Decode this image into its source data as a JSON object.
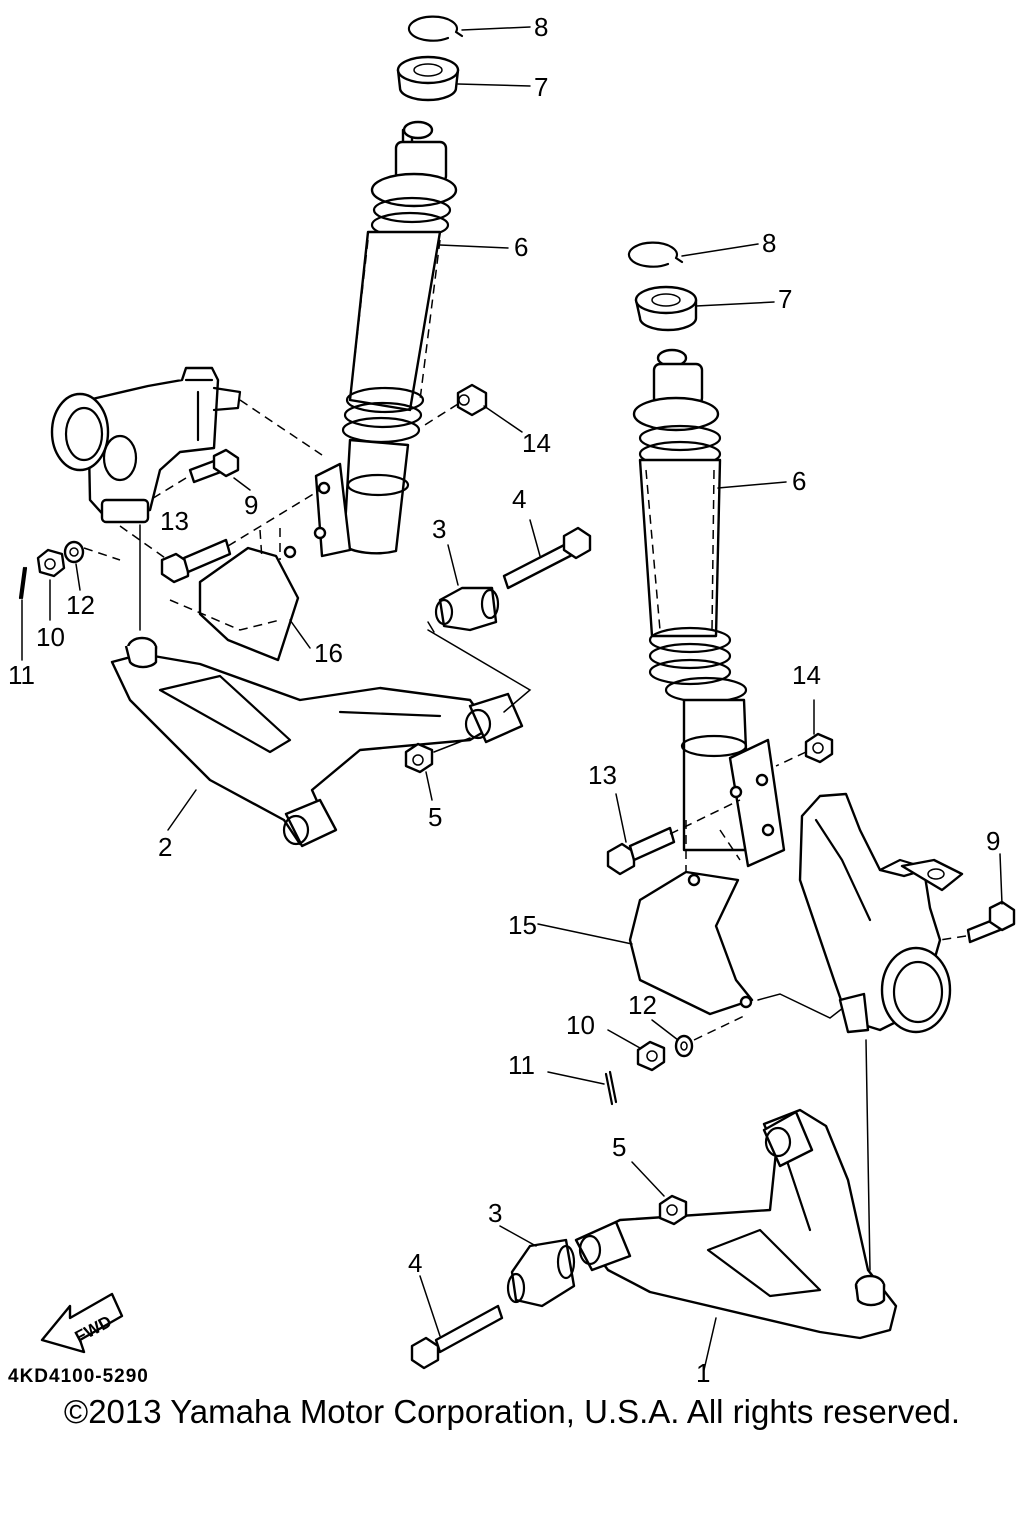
{
  "callouts": {
    "left": {
      "c8": "8",
      "c7": "7",
      "c6": "6",
      "c14": "14",
      "c9": "9",
      "c13": "13",
      "c4": "4",
      "c3": "3",
      "c16": "16",
      "c12": "12",
      "c10": "10",
      "c11": "11",
      "c2": "2",
      "c5": "5"
    },
    "right": {
      "c8": "8",
      "c7": "7",
      "c6": "6",
      "c14": "14",
      "c13": "13",
      "c9": "9",
      "c15": "15",
      "c12": "12",
      "c10": "10",
      "c11": "11",
      "c5": "5",
      "c3": "3",
      "c4": "4",
      "c1": "1"
    }
  },
  "fwd_label": "FWD",
  "drawing_code": "4KD4100-5290",
  "copyright": "©2013 Yamaha Motor Corporation, U.S.A. All rights reserved."
}
